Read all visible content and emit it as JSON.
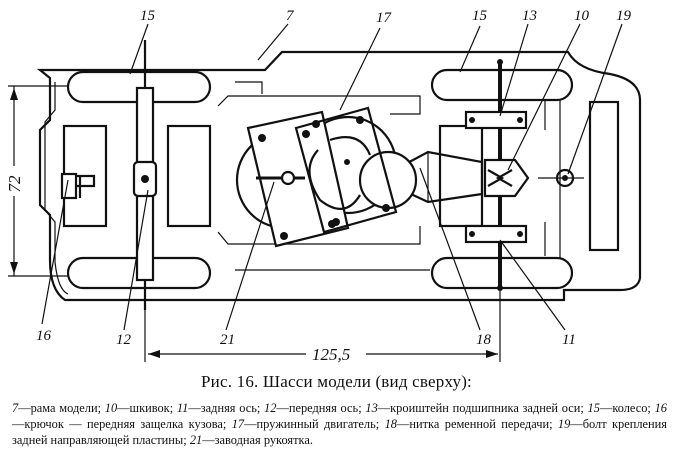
{
  "figure": {
    "callouts": {
      "c7": "7",
      "c10": "10",
      "c11": "11",
      "c12": "12",
      "c13": "13",
      "c15a": "15",
      "c15b": "15",
      "c16": "16",
      "c17": "17",
      "c18": "18",
      "c19": "19",
      "c21": "21"
    },
    "dimensions": {
      "length": "125,5",
      "width": "72"
    }
  },
  "caption": {
    "title": "Рис. 16. Шасси модели (вид сверху):",
    "legend": [
      {
        "num": "7",
        "text": "—рама модели; "
      },
      {
        "num": "10",
        "text": "—шкивок; "
      },
      {
        "num": "11",
        "text": "—задняя ось; "
      },
      {
        "num": "12",
        "text": "—передняя ось; "
      },
      {
        "num": "13",
        "text": "—кроиштейн подшипника задней оси; "
      },
      {
        "num": "15",
        "text": "—колесо; "
      },
      {
        "num": "16",
        "text": "—крючок — передняя защелка кузова; "
      },
      {
        "num": "17",
        "text": "—пружинный двигатель; "
      },
      {
        "num": "18",
        "text": "—нитка ременной передачи; "
      },
      {
        "num": "19",
        "text": "—болт крепления задней направляющей пластины; "
      },
      {
        "num": "21",
        "text": "—заводная рукоятка."
      }
    ]
  }
}
